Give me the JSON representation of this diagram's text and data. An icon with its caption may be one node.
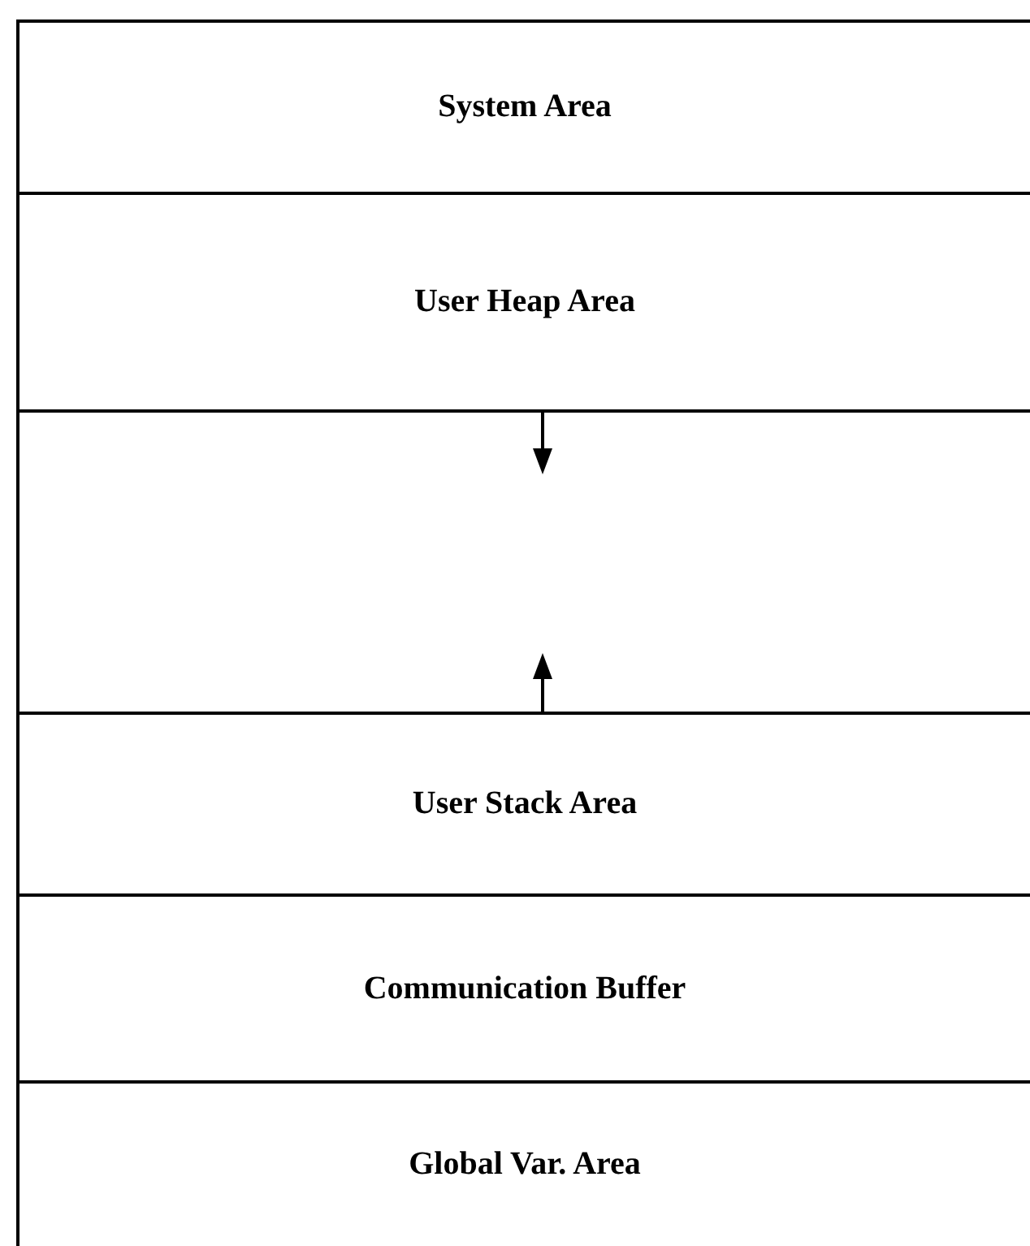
{
  "diagram": {
    "nodes": [
      {
        "text": [
          "System Area"
        ]
      },
      {
        "text": [
          "User Heap Area"
        ]
      },
      {
        "text": [],
        "shape": "box"
      },
      {
        "text": [
          "User Stack Area"
        ]
      },
      {
        "text": [
          "Communication Buffer"
        ]
      },
      {
        "text": [
          "Global Var. Area"
        ]
      }
    ]
  }
}
